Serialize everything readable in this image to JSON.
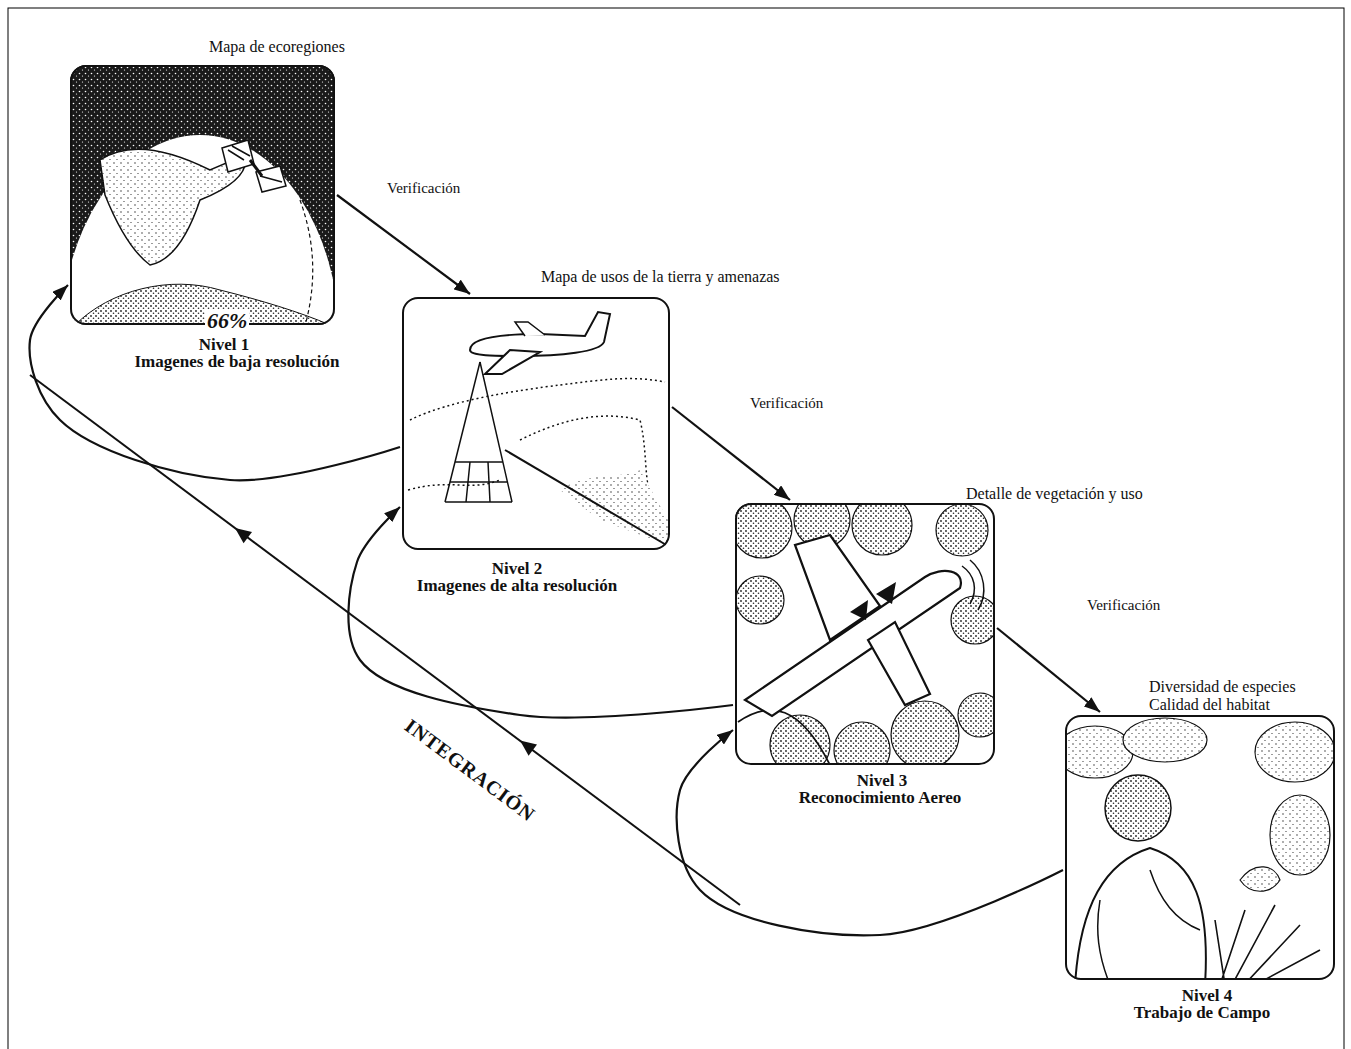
{
  "diagram": {
    "nodes": [
      {
        "text": [
          "Mapa de ecoregiones",
          "Nivel 1",
          "Imagenes de baja resolución"
        ]
      },
      {
        "text": [
          "Mapa de usos de la tierra y amenazas",
          "Nivel 2",
          "Imagenes de alta resolución"
        ]
      },
      {
        "text": [
          "Detalle de vegetación y uso",
          "Nivel 3",
          "Reconocimiento Aereo"
        ]
      },
      {
        "text": [
          "Diversidad de especies",
          "Calidad del habitat",
          "Nivel 4",
          "Trabajo de Campo"
        ]
      }
    ],
    "edges": [
      {
        "from": 0,
        "to": 1,
        "label": "Verificación",
        "arrow": "to"
      },
      {
        "from": 1,
        "to": 2,
        "label": "Verificación",
        "arrow": "to"
      },
      {
        "from": 2,
        "to": 3,
        "label": "Verificación",
        "arrow": "to"
      },
      {
        "from": 1,
        "to": 0,
        "arrow": "to"
      },
      {
        "from": 2,
        "to": 1,
        "arrow": "to"
      },
      {
        "from": 3,
        "to": 2,
        "arrow": "to"
      }
    ],
    "labels": [
      "66%",
      "INTEGRACIÓN"
    ]
  }
}
